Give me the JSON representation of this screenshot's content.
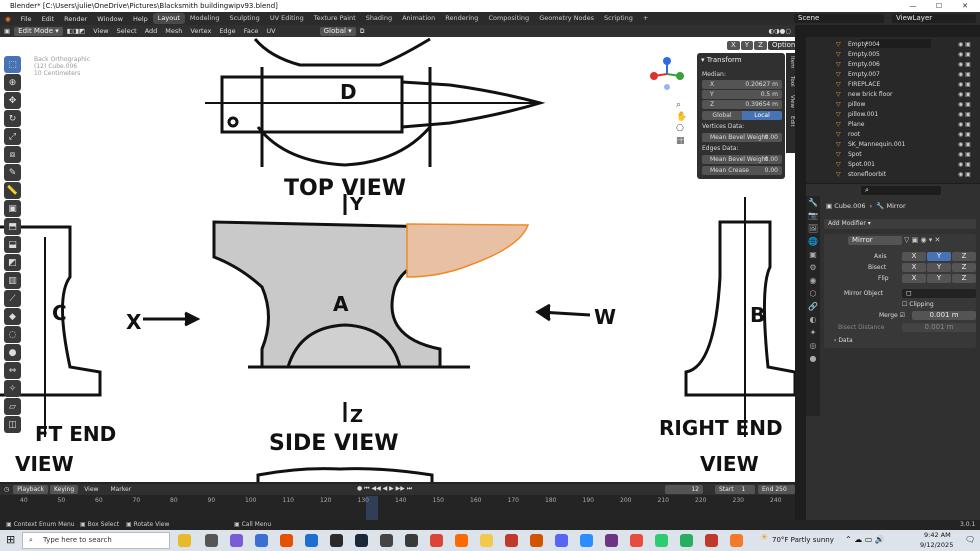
{
  "window": {
    "title": "Blender* [C:\\Users\\julie\\OneDrive\\Pictures\\Blacksmith buildingwipv93.blend]"
  },
  "menu": [
    "File",
    "Edit",
    "Render",
    "Window",
    "Help"
  ],
  "workspaces": [
    {
      "label": "Layout",
      "active": true
    },
    {
      "label": "Modeling"
    },
    {
      "label": "Sculpting"
    },
    {
      "label": "UV Editing"
    },
    {
      "label": "Texture Paint"
    },
    {
      "label": "Shading"
    },
    {
      "label": "Animation"
    },
    {
      "label": "Rendering"
    },
    {
      "label": "Compositing"
    },
    {
      "label": "Geometry Nodes"
    },
    {
      "label": "Scripting"
    }
  ],
  "scene": {
    "label": "Scene",
    "view_layer": "ViewLayer"
  },
  "header": {
    "mode": "Edit Mode",
    "items": [
      "View",
      "Select",
      "Add",
      "Mesh",
      "Vertex",
      "Edge",
      "Face",
      "UV"
    ],
    "orientation": "Global",
    "options": "Options",
    "axes": [
      "X",
      "Y",
      "Z"
    ]
  },
  "viewport": {
    "overlay_lines": [
      "Back Orthographic",
      "(12) Cube.006",
      "10 Centimeters"
    ],
    "drawing_labels": {
      "top_view": "TOP VIEW",
      "side_view": "SIDE VIEW",
      "left_end": "FT END",
      "left_view": "VIEW",
      "right_end": "RIGHT END",
      "right_view": "VIEW",
      "a": "A",
      "b": "B",
      "c": "C",
      "d": "D",
      "x": "X",
      "w": "W",
      "y": "Y",
      "z": "Z"
    }
  },
  "gizmo": {
    "x": "X",
    "y": "Y",
    "z": "Z"
  },
  "npanel": {
    "tabs": [
      "Item",
      "Tool",
      "View",
      "Edit"
    ],
    "title": "Transform",
    "median_label": "Median:",
    "x_label": "X",
    "x_value": "0.20627 m",
    "y_label": "Y",
    "y_value": "0.5 m",
    "z_label": "Z",
    "z_value": "0.39654 m",
    "global": "Global",
    "local": "Local",
    "vertices_data": "Vertices Data:",
    "mean_bevel_weight": "Mean Bevel Weight",
    "mbw_value": "0.00",
    "edges_data": "Edges Data:",
    "edge_mbw": "Mean Bevel Weight",
    "edge_mbw_value": "0.00",
    "mean_crease": "Mean Crease",
    "mean_crease_value": "0.00"
  },
  "outliner": {
    "items": [
      "Empty.004",
      "Empty.005",
      "Empty.006",
      "Empty.007",
      "FIREPLACE",
      "new brick floor",
      "pillow",
      "pillow.001",
      "Plane",
      "root",
      "SK_Mannequin.001",
      "Spot",
      "Spot.001",
      "stonefloorbit"
    ]
  },
  "properties": {
    "object": "Cube.006",
    "modifier_type": "Mirror",
    "add_modifier": "Add Modifier",
    "modifier_name": "Mirror",
    "axis_label": "Axis",
    "bisect_label": "Bisect",
    "flip_label": "Flip",
    "x": "X",
    "y": "Y",
    "z": "Z",
    "mirror_object": "Mirror Object",
    "clipping": "Clipping",
    "merge": "Merge",
    "merge_value": "0.001 m",
    "bisect_distance": "Bisect Distance",
    "bisect_distance_value": "0.001 m",
    "data": "Data"
  },
  "timeline": {
    "menus": [
      "Playback",
      "Keying",
      "View",
      "Marker"
    ],
    "current_frame": "12",
    "start_label": "Start",
    "start": "1",
    "end_label": "End",
    "end": "250",
    "ticks": [
      "40",
      "50",
      "60",
      "70",
      "80",
      "90",
      "100",
      "110",
      "120",
      "130",
      "140",
      "150",
      "160",
      "170",
      "180",
      "190",
      "200",
      "210",
      "220",
      "230",
      "240"
    ]
  },
  "statusbar": {
    "items": [
      "Context Enum Menu",
      "Box Select",
      "Rotate View",
      "Call Menu"
    ],
    "version": "3.0.1"
  },
  "taskbar": {
    "search": "Type here to search",
    "weather": "70°F  Partly sunny",
    "time": "9:42 AM",
    "date": "9/12/2025"
  },
  "colors": {
    "accent": "#4772b3",
    "selection": "#e8c1a5",
    "edge_sel": "#f08a24"
  }
}
